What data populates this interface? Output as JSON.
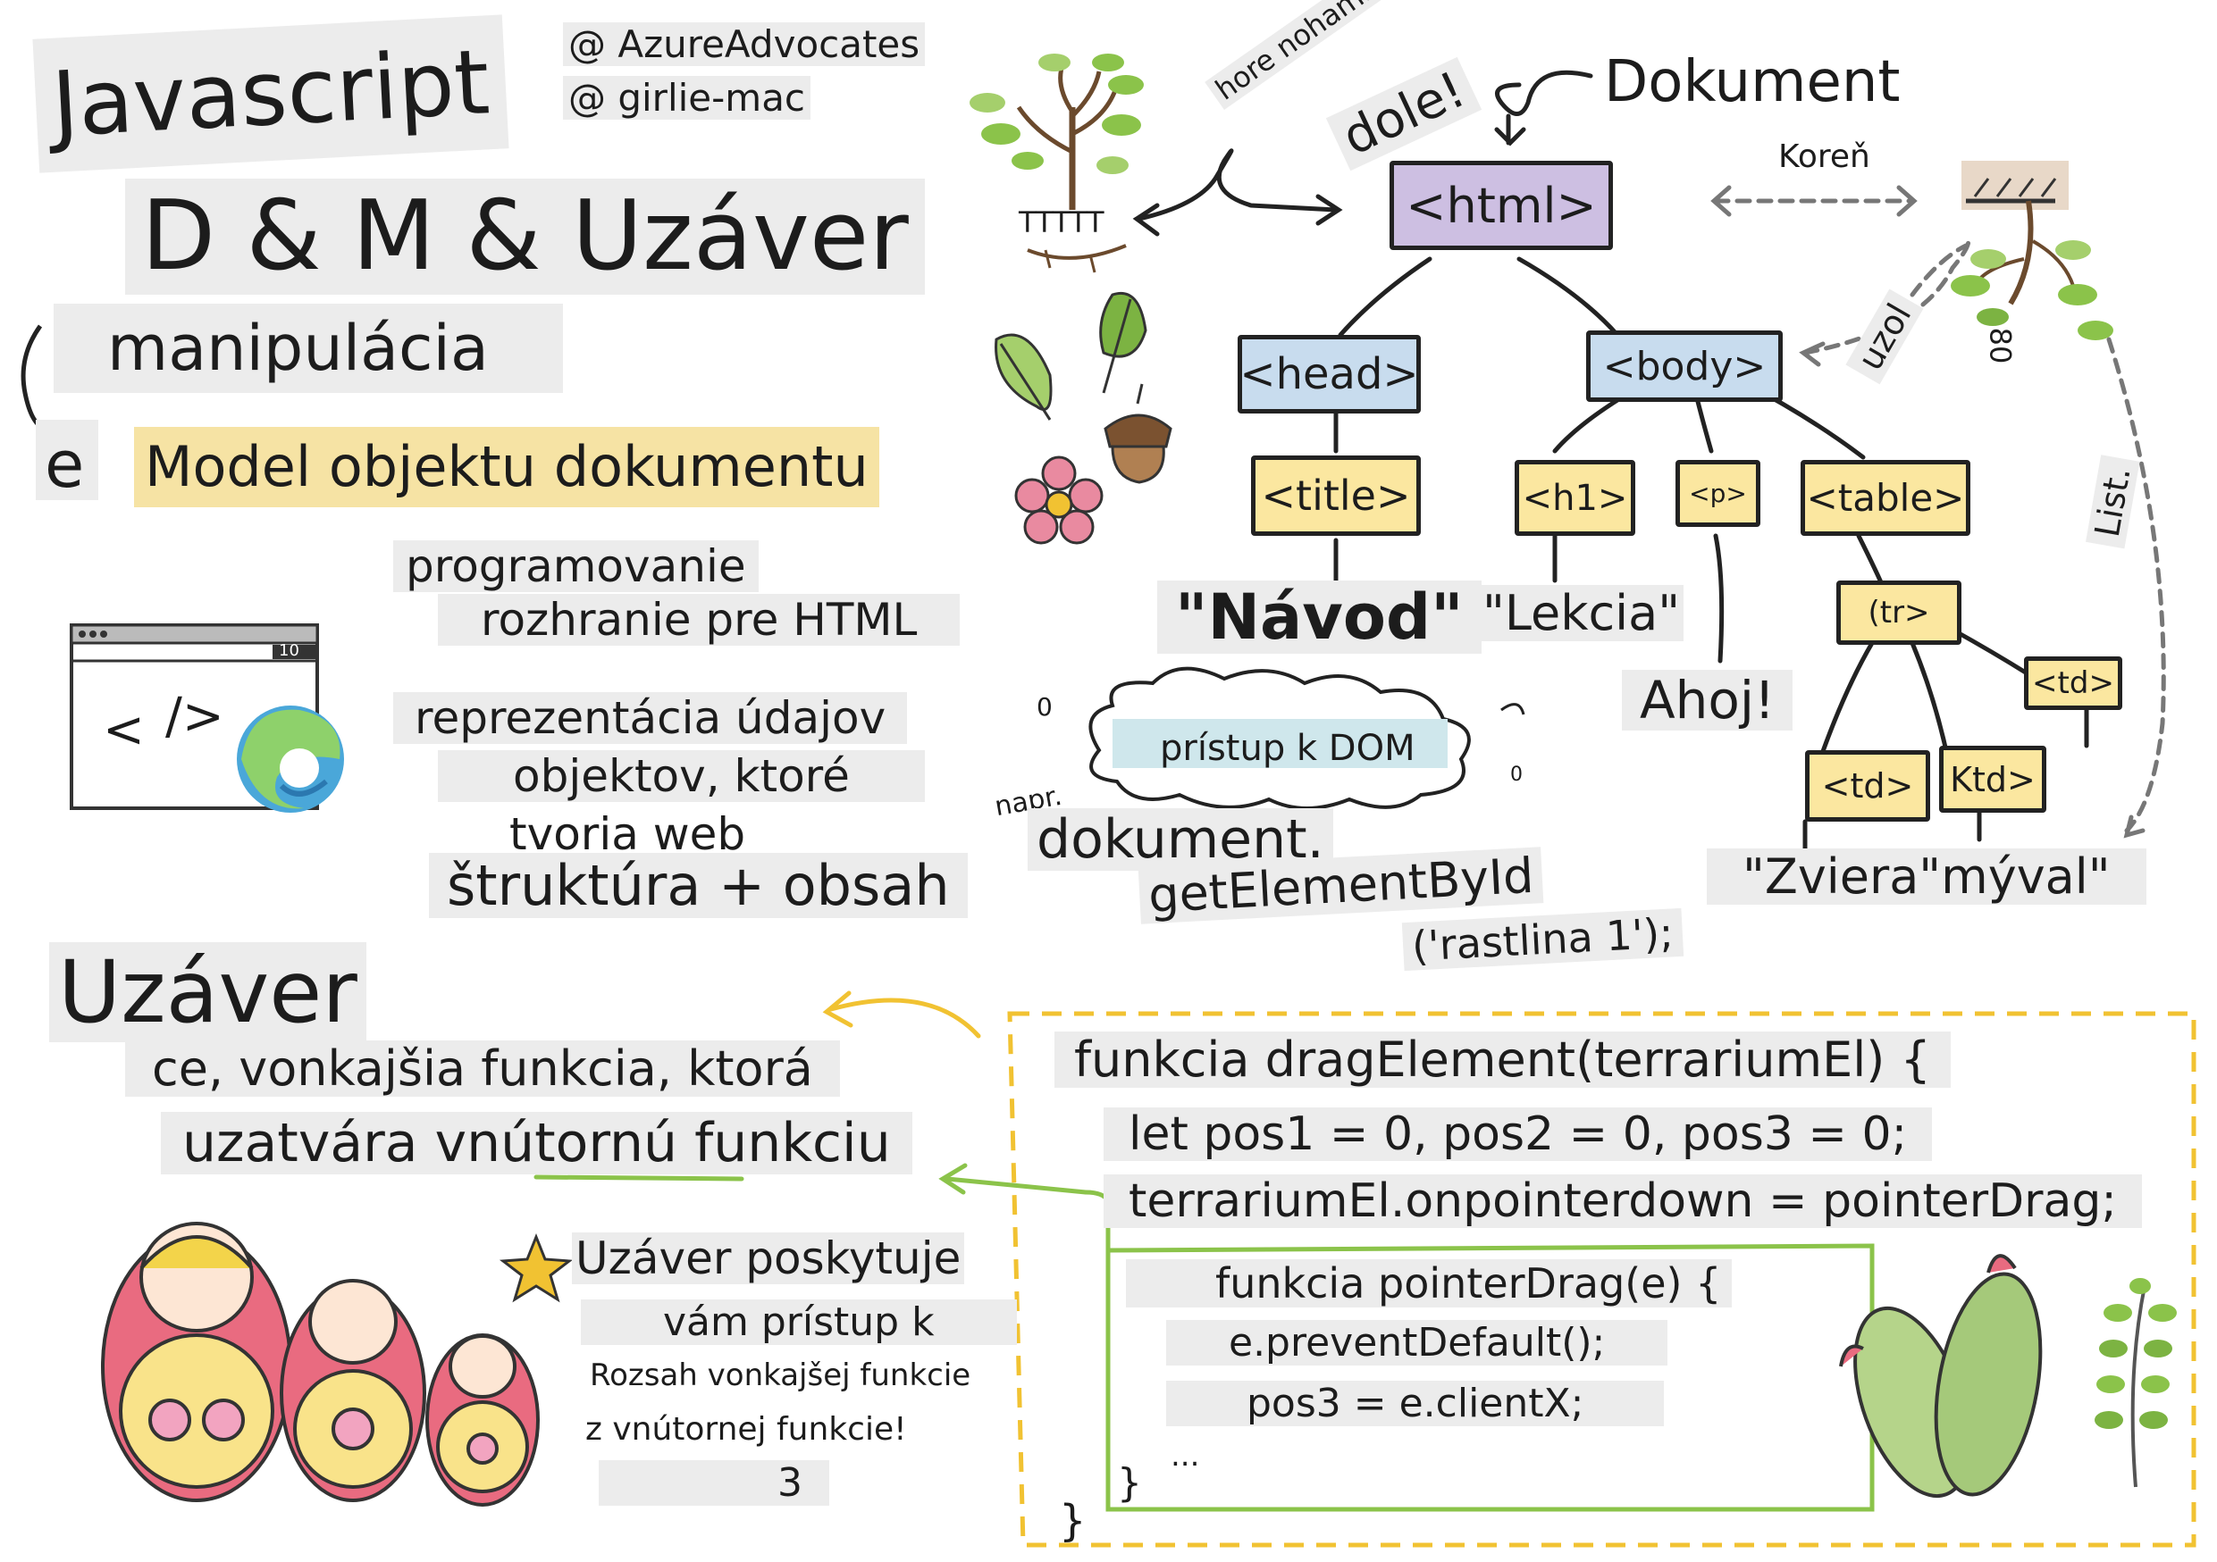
{
  "title": {
    "line1": "Javascript",
    "line2": "D & M & Uzáver",
    "manipulation": "manipulácia",
    "e": "e",
    "dom_full": "Model objektu dokumentu"
  },
  "credits": {
    "azure": "@ AzureAdvocates",
    "girlie": "@ girlie-mac"
  },
  "intro": {
    "line1": "programovanie",
    "line2": "rozhranie pre HTML",
    "line3": "reprezentácia údajov",
    "line4": "objektov, ktoré",
    "line5": "tvoria web",
    "line6": "štruktúra + obsah"
  },
  "browser": {
    "tab_number": "10",
    "code_lt": "<",
    "code_slash": "/>"
  },
  "plant_labels": {
    "roots": "TTTTT",
    "upside_down": "hore nohami",
    "down": "dole!",
    "root": "Koreň",
    "node": "uzol",
    "leaf": "List.",
    "number": "80"
  },
  "tree": {
    "document": "Dokument",
    "html": "<html>",
    "head": "<head>",
    "body": "<body>",
    "title": "<title>",
    "h1": "<h1>",
    "p": "<p>",
    "table": "<table>",
    "tr": "(tr>",
    "td1": "<td>",
    "td2": "<td>",
    "td3": "Ktd>",
    "text_navod": "\"Návod\"",
    "text_lekcia": "\"Lekcia\"",
    "text_ahoj": "Ahoj!",
    "text_zviera": "\"Zviera\"mýval\""
  },
  "dom_access": {
    "cloud": "prístup k DOM",
    "example": "napr.",
    "zero_left": "0",
    "zero_right": "0",
    "code1": "dokument.",
    "code2": "getElementById",
    "code3": "('rastlina 1');"
  },
  "closure": {
    "heading": "Uzáver",
    "desc1": "ce, vonkajšia funkcia, ktorá",
    "desc2": "uzatvára vnútornú funkciu",
    "note1": "Uzáver poskytuje",
    "note2": "vám prístup k",
    "note3": "Rozsah vonkajšej funkcie",
    "note4": "z vnútornej funkcie!",
    "note5": "3"
  },
  "code": {
    "line1": "funkcia dragElement(terrariumEl) {",
    "line2": "let pos1 = 0, pos2 = 0, pos3 = 0;",
    "line3": "terrariumEl.onpointerdown = pointerDrag;",
    "inner1": "funkcia pointerDrag(e) {",
    "inner2": "e.preventDefault();",
    "inner3": "pos3 = e.clientX;",
    "inner4": "...",
    "inner_close": "}",
    "outer_close": "}"
  },
  "colors": {
    "purple": "#cdbfe2",
    "blue": "#c8dcee",
    "yellow": "#fbe7a0",
    "highlight": "#f6e3a4",
    "cloud": "#cfe7ec",
    "dashed_box": "#f1c232",
    "green_line": "#8bc34a"
  },
  "icons": [
    "plant-upside-down-icon",
    "plant-root-icon",
    "leaf-icon",
    "acorn-icon",
    "flower-icon",
    "browser-icon",
    "edge-logo-icon",
    "star-icon",
    "matryoshka-dolls-icon",
    "cactus-icon",
    "fern-icon",
    "cloud-icon"
  ]
}
